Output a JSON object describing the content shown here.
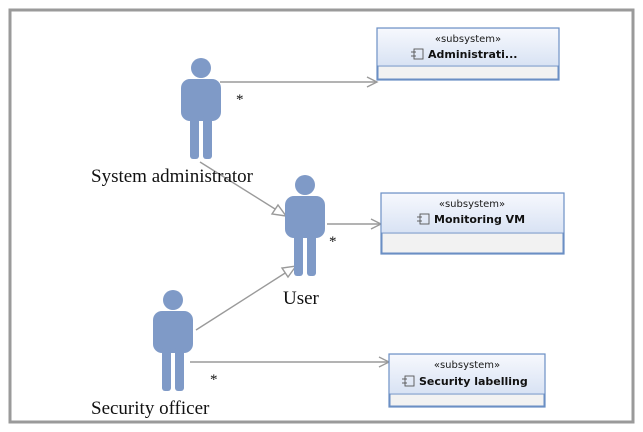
{
  "actors": {
    "system_administrator": "System administrator",
    "user": "User",
    "security_officer": "Security officer"
  },
  "subsystems": [
    {
      "stereotype": "«subsystem»",
      "name": "Administrati..."
    },
    {
      "stereotype": "«subsystem»",
      "name": "Monitoring VM"
    },
    {
      "stereotype": "«subsystem»",
      "name": "Security labelling"
    }
  ],
  "multiplicities": {
    "admin_to_administration": "*",
    "user_to_monitoring": "*",
    "officer_to_labelling": "*"
  },
  "colors": {
    "actor": "#7f9ac7",
    "box_border": "#6b8fc4",
    "box_fill": "#eef2fb",
    "frame": "#9a9a9a",
    "line": "#9a9a9a"
  },
  "icons": {
    "subsystem": "component-icon"
  }
}
